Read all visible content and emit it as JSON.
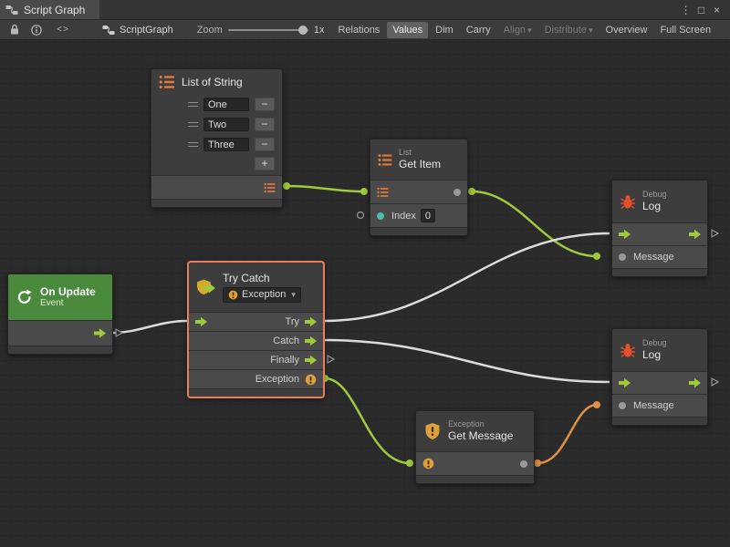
{
  "window": {
    "tab_title": "Script Graph"
  },
  "icons": {
    "kebab": "⋮",
    "maximize": "□",
    "close": "×",
    "dropdown_arrow": "▾",
    "code_glyph": "<>"
  },
  "toolbar": {
    "graph_name": "ScriptGraph",
    "zoom_label": "Zoom",
    "zoom_value": "1x",
    "buttons": {
      "relations": "Relations",
      "values": "Values",
      "dim": "Dim",
      "carry": "Carry",
      "align": "Align",
      "distribute": "Distribute",
      "overview": "Overview",
      "full_screen": "Full Screen"
    }
  },
  "nodes": {
    "list_of_string": {
      "title": "List of String",
      "items": [
        "One",
        "Two",
        "Three"
      ],
      "remove_label": "−",
      "add_label": "+"
    },
    "get_item": {
      "category": "List",
      "title": "Get Item",
      "index_label": "Index",
      "index_value": "0"
    },
    "debug_log_top": {
      "category": "Debug",
      "title": "Log",
      "message_label": "Message"
    },
    "debug_log_bottom": {
      "category": "Debug",
      "title": "Log",
      "message_label": "Message"
    },
    "on_update": {
      "title": "On Update",
      "subtitle": "Event"
    },
    "try_catch": {
      "title": "Try Catch",
      "dropdown_value": "Exception",
      "ports": {
        "try": "Try",
        "catch": "Catch",
        "finally": "Finally",
        "exception": "Exception"
      }
    },
    "get_message": {
      "category": "Exception",
      "title": "Get Message"
    }
  },
  "connections": [
    {
      "from": "list-of-string:output",
      "to": "get-item:list-input",
      "type": "list"
    },
    {
      "from": "get-item:item-output",
      "to": "debug-log-top:message",
      "type": "object"
    },
    {
      "from": "on-update:flow-out",
      "to": "try-catch:flow-in",
      "type": "flow"
    },
    {
      "from": "try-catch:try",
      "to": "debug-log-top:flow-in",
      "type": "flow"
    },
    {
      "from": "try-catch:catch",
      "to": "debug-log-bottom:flow-in",
      "type": "flow"
    },
    {
      "from": "try-catch:exception",
      "to": "get-message:exception-input",
      "type": "exception"
    },
    {
      "from": "get-message:output",
      "to": "debug-log-bottom:message",
      "type": "string"
    }
  ],
  "colors": {
    "flow_wire": "#dcdcdc",
    "value_wire_green": "#9fca3b",
    "string_wire_orange": "#de9145",
    "selection": "#eb7d59",
    "event_header": "#4a8a3c",
    "bug": "#e8502d",
    "warning": "#dfa03c",
    "list_port": "#e07a3a",
    "int_port": "#46c0a9"
  }
}
